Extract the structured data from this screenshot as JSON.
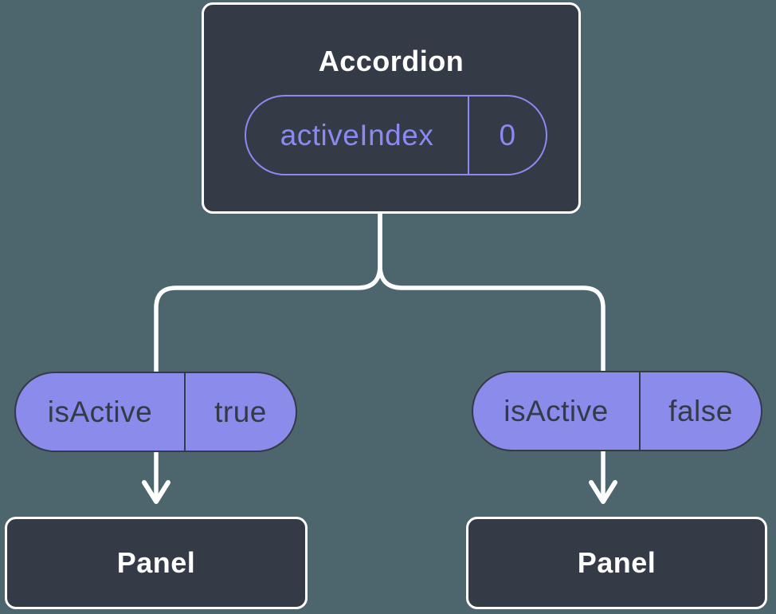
{
  "colors": {
    "bg": "#4d656c",
    "card": "#343a46",
    "purple": "#8b8beb",
    "purpleText": "#8a8af2",
    "dark": "#343a46",
    "white": "#ffffff"
  },
  "diagram": {
    "root": {
      "title": "Accordion",
      "prop": {
        "name": "activeIndex",
        "value": "0"
      }
    },
    "children": [
      {
        "prop": {
          "name": "isActive",
          "value": "true"
        },
        "node": {
          "title": "Panel"
        }
      },
      {
        "prop": {
          "name": "isActive",
          "value": "false"
        },
        "node": {
          "title": "Panel"
        }
      }
    ]
  }
}
